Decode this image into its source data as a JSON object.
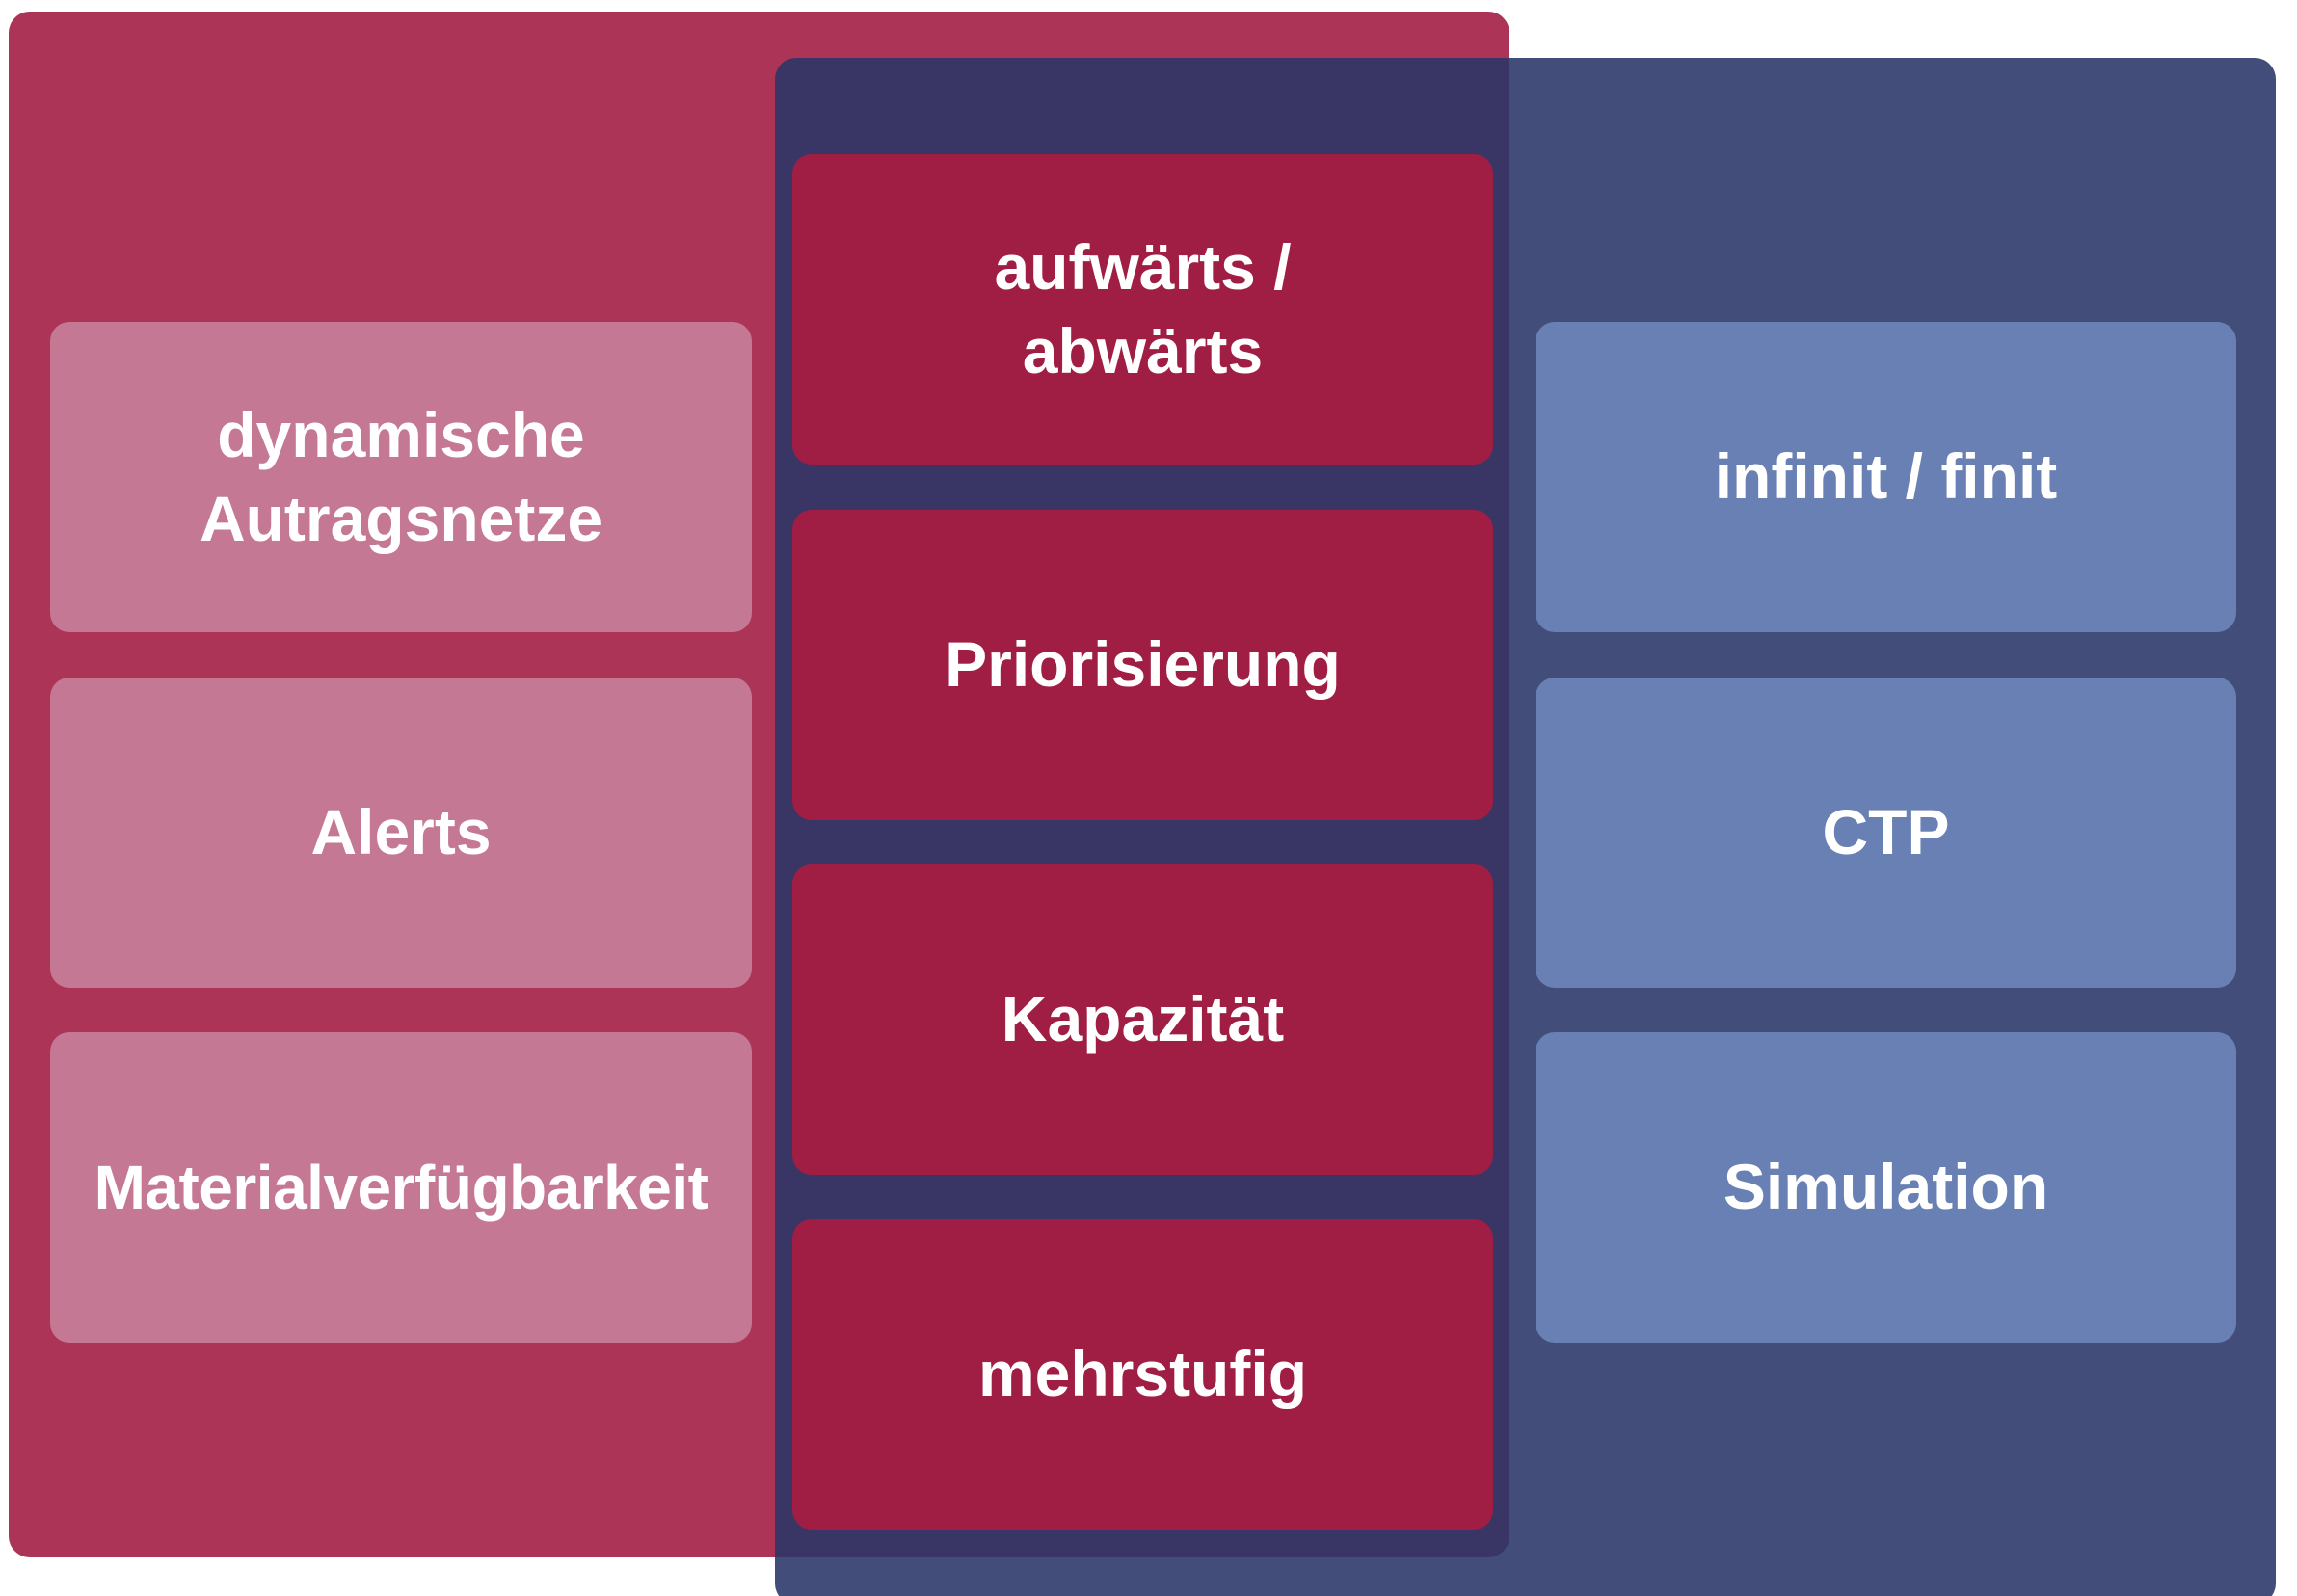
{
  "diagram": {
    "left_column": {
      "items": [
        {
          "label": "dynamische\nAutragsnetze"
        },
        {
          "label": "Alerts"
        },
        {
          "label": "Materialverfügbarkeit"
        }
      ]
    },
    "center_column": {
      "items": [
        {
          "label": "aufwärts /\nabwärts"
        },
        {
          "label": "Priorisierung"
        },
        {
          "label": "Kapazität"
        },
        {
          "label": "mehrstufig"
        }
      ]
    },
    "right_column": {
      "items": [
        {
          "label": "infinit / finit"
        },
        {
          "label": "CTP"
        },
        {
          "label": "Simulation"
        }
      ]
    },
    "colors": {
      "left_panel": "#ab3457",
      "right_panel": "#2b3768",
      "left_box": "#c47893",
      "center_box": "#a01d43",
      "right_box": "#6980b4",
      "text": "#ffffff"
    }
  }
}
